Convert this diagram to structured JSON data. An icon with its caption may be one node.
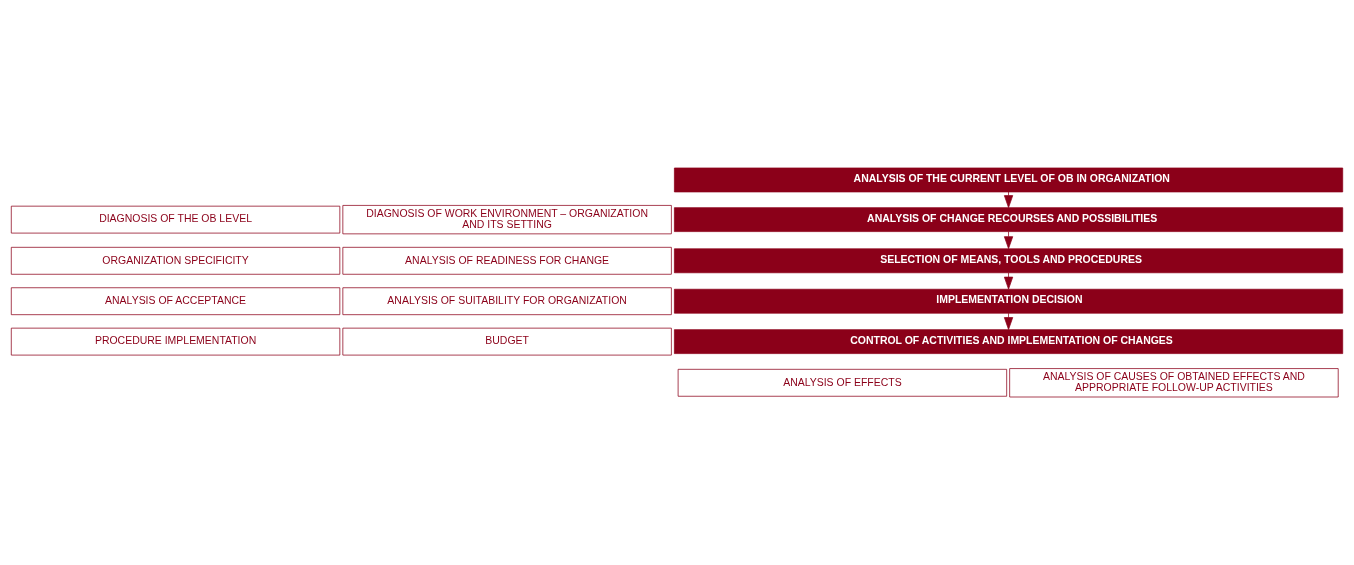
{
  "diagram": {
    "nodes": [
      {
        "text": [
          "ANALYSIS OF THE CURRENT LEVEL OF OB IN ORGANIZATION"
        ]
      },
      {
        "text": [
          "DIAGNOSIS OF THE OB LEVEL"
        ]
      },
      {
        "text": [
          "DIAGNOSIS OF WORK ENVIRONMENT – ORGANIZATION AND ITS SETTING"
        ]
      },
      {
        "text": [
          "ANALYSIS OF CHANGE RECOURSES AND POSSIBILITIES"
        ]
      },
      {
        "text": [
          "ORGANIZATION SPECIFICITY"
        ]
      },
      {
        "text": [
          "ANALYSIS OF READINESS FOR CHANGE"
        ]
      },
      {
        "text": [
          "SELECTION OF MEANS, TOOLS AND PROCEDURES"
        ]
      },
      {
        "text": [
          "ANALYSIS OF ACCEPTANCE"
        ]
      },
      {
        "text": [
          "ANALYSIS OF SUITABILITY FOR ORGANIZATION"
        ]
      },
      {
        "text": [
          "IMPLEMENTATION DECISION"
        ]
      },
      {
        "text": [
          "PROCEDURE IMPLEMENTATION"
        ]
      },
      {
        "text": [
          "BUDGET"
        ]
      },
      {
        "text": [
          "CONTROL OF ACTIVITIES AND IMPLEMENTATION OF CHANGES"
        ]
      },
      {
        "text": [
          "ANALYSIS OF EFFECTS"
        ]
      },
      {
        "text": [
          "ANALYSIS OF CAUSES OF OBTAINED EFFECTS AND APPROPRIATE FOLLOW-UP ACTIVITIES"
        ]
      }
    ],
    "edges": [
      {
        "from": 0,
        "to": 3,
        "arrow": "to"
      },
      {
        "from": 3,
        "to": 6,
        "arrow": "to"
      },
      {
        "from": 6,
        "to": 9,
        "arrow": "to"
      },
      {
        "from": 9,
        "to": 12,
        "arrow": "to"
      }
    ]
  }
}
